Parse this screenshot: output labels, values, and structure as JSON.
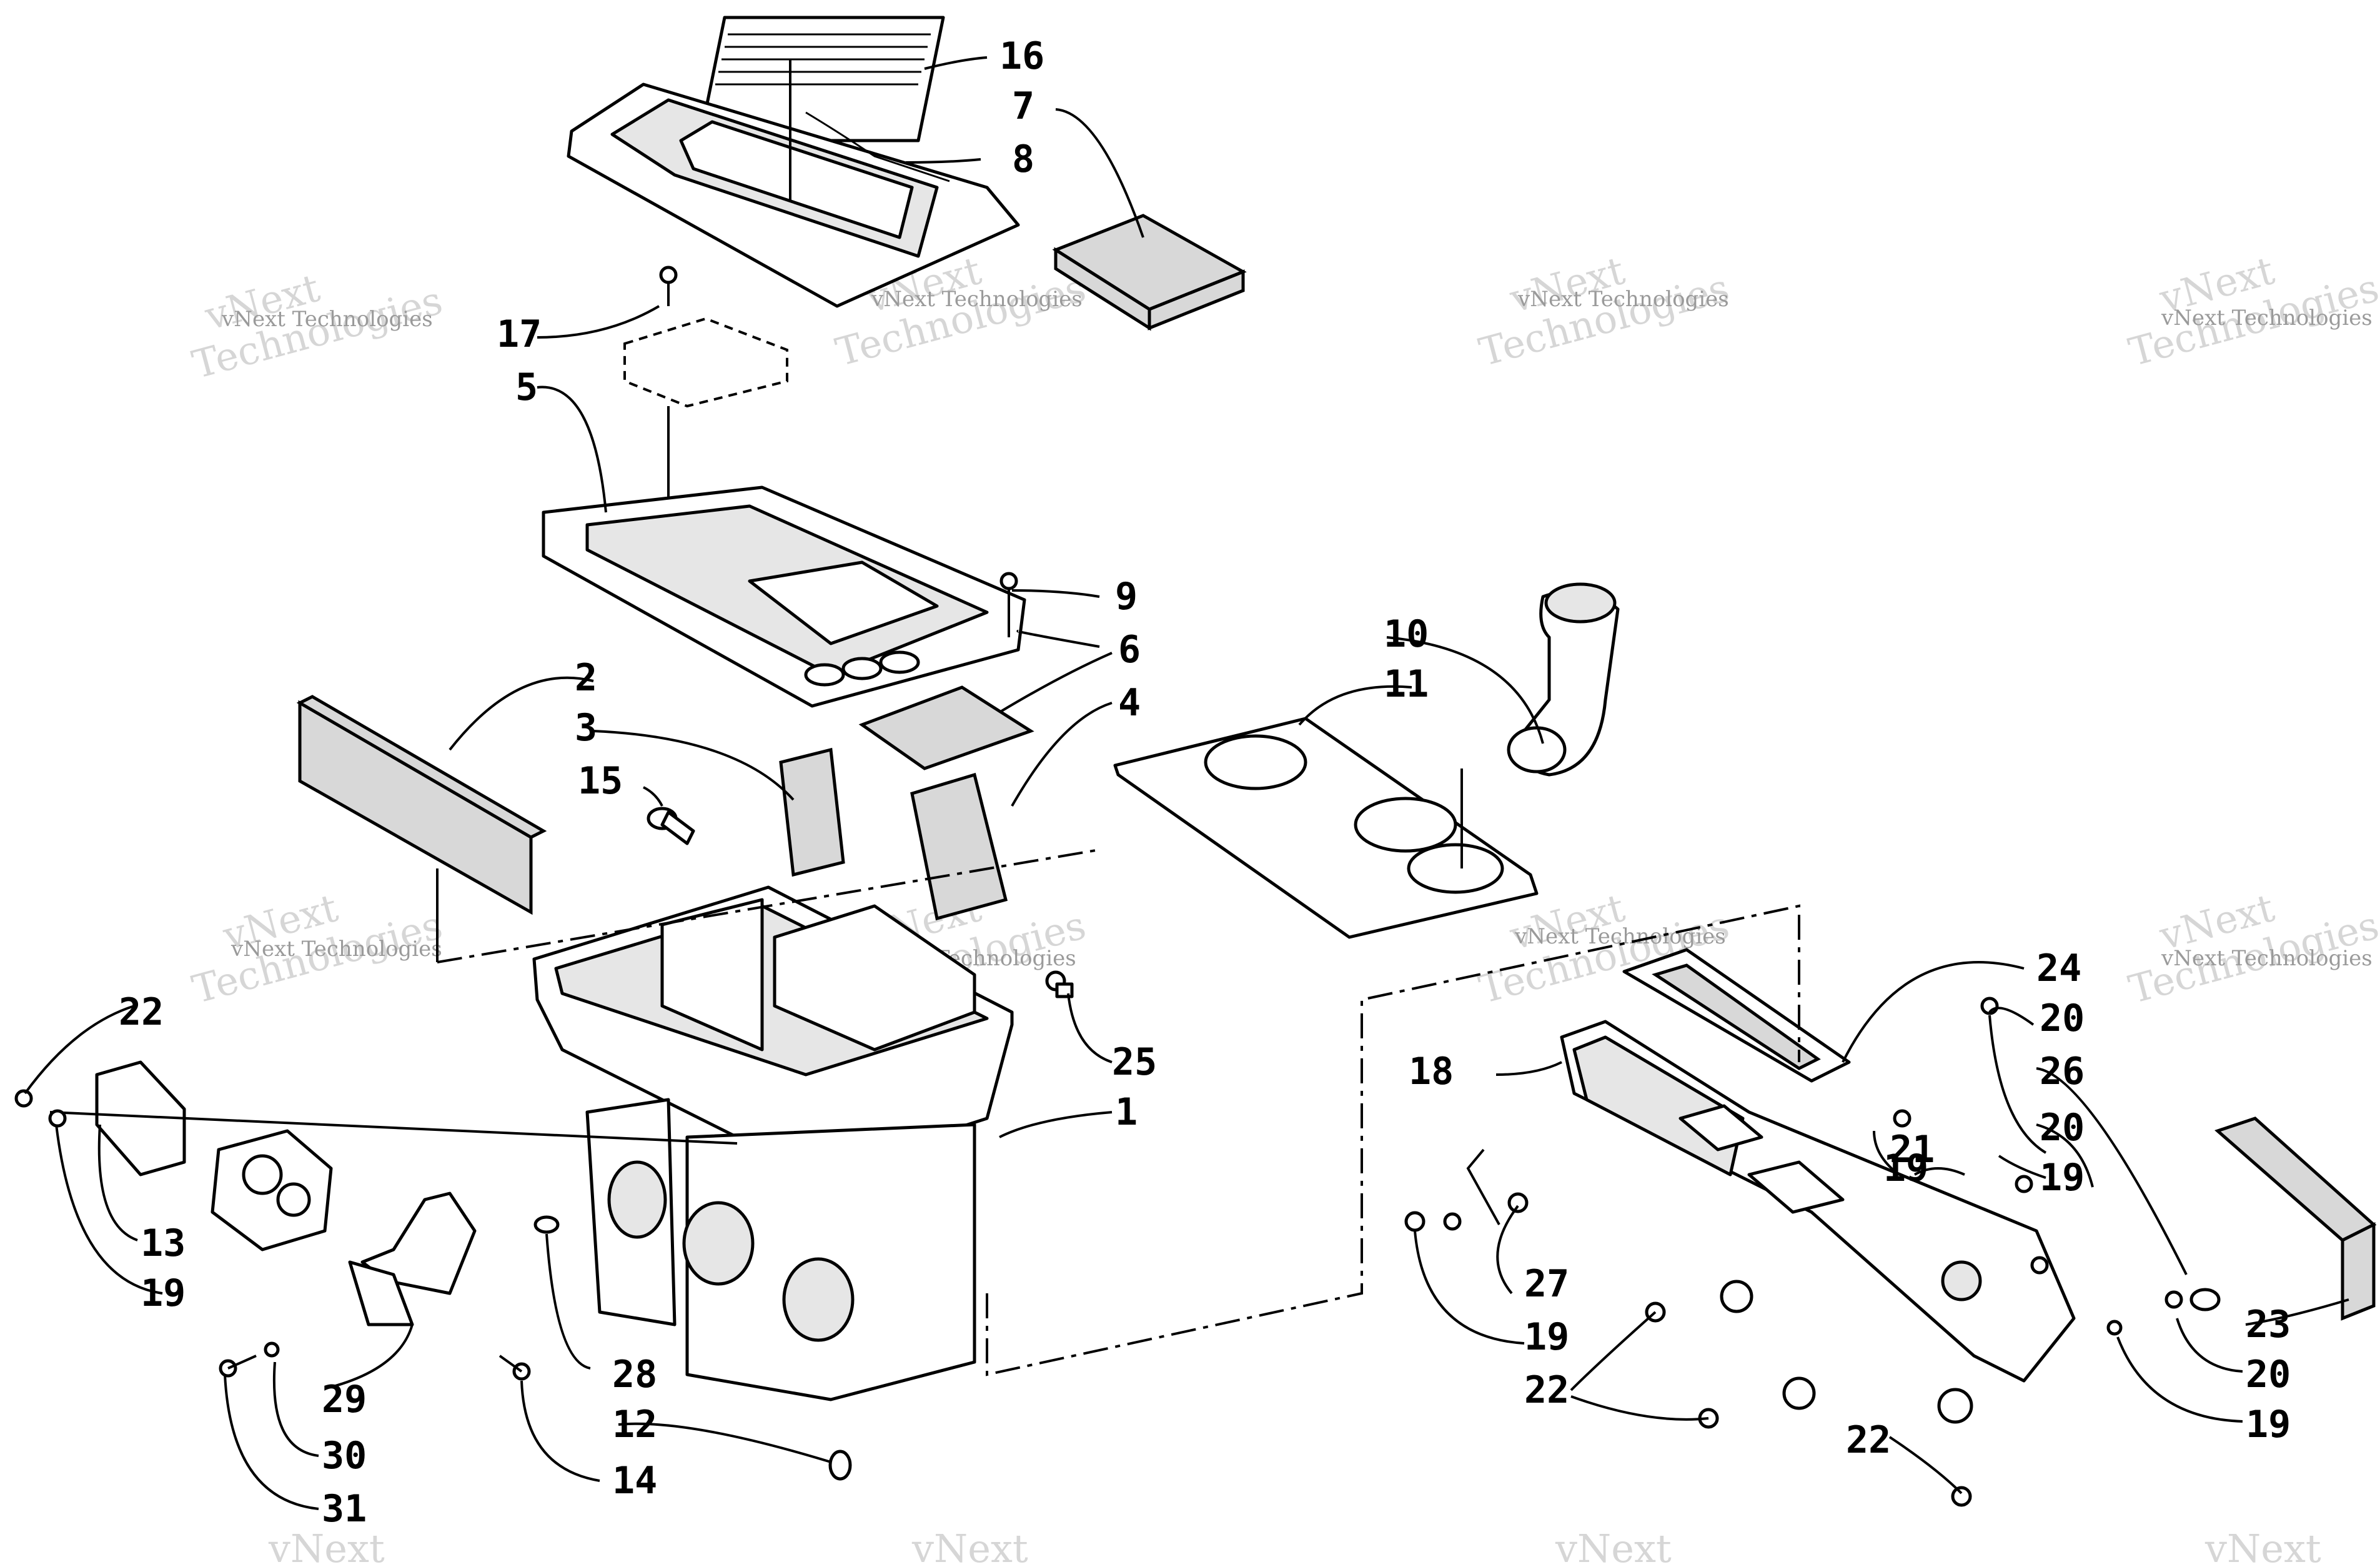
{
  "callouts": [
    {
      "id": "c16a",
      "text": "16"
    },
    {
      "id": "c7",
      "text": "7"
    },
    {
      "id": "c8",
      "text": "8"
    },
    {
      "id": "c17",
      "text": "17"
    },
    {
      "id": "c5",
      "text": "5"
    },
    {
      "id": "c9",
      "text": "9"
    },
    {
      "id": "c10",
      "text": "10"
    },
    {
      "id": "c11",
      "text": "11"
    },
    {
      "id": "c6",
      "text": "6"
    },
    {
      "id": "c2",
      "text": "2"
    },
    {
      "id": "c3",
      "text": "3"
    },
    {
      "id": "c4",
      "text": "4"
    },
    {
      "id": "c15",
      "text": "15"
    },
    {
      "id": "c24",
      "text": "24"
    },
    {
      "id": "c22a",
      "text": "22"
    },
    {
      "id": "c25",
      "text": "25"
    },
    {
      "id": "c20a",
      "text": "20"
    },
    {
      "id": "c1",
      "text": "1"
    },
    {
      "id": "c18",
      "text": "18"
    },
    {
      "id": "c26",
      "text": "26"
    },
    {
      "id": "c21",
      "text": "21"
    },
    {
      "id": "c20b",
      "text": "20"
    },
    {
      "id": "c19a",
      "text": "19"
    },
    {
      "id": "c13",
      "text": "13"
    },
    {
      "id": "c19b",
      "text": "19"
    },
    {
      "id": "c19c",
      "text": "19"
    },
    {
      "id": "c27",
      "text": "27"
    },
    {
      "id": "c19d",
      "text": "19"
    },
    {
      "id": "c23",
      "text": "23"
    },
    {
      "id": "c28",
      "text": "28"
    },
    {
      "id": "c29",
      "text": "29"
    },
    {
      "id": "c22b",
      "text": "22"
    },
    {
      "id": "c20c",
      "text": "20"
    },
    {
      "id": "c12",
      "text": "12"
    },
    {
      "id": "c19e",
      "text": "19"
    },
    {
      "id": "c30",
      "text": "30"
    },
    {
      "id": "c22c",
      "text": "22"
    },
    {
      "id": "c14",
      "text": "14"
    },
    {
      "id": "c31",
      "text": "31"
    }
  ],
  "watermark": {
    "brand": "vNext",
    "company": "vNext Technologies",
    "big": "Technologies"
  }
}
